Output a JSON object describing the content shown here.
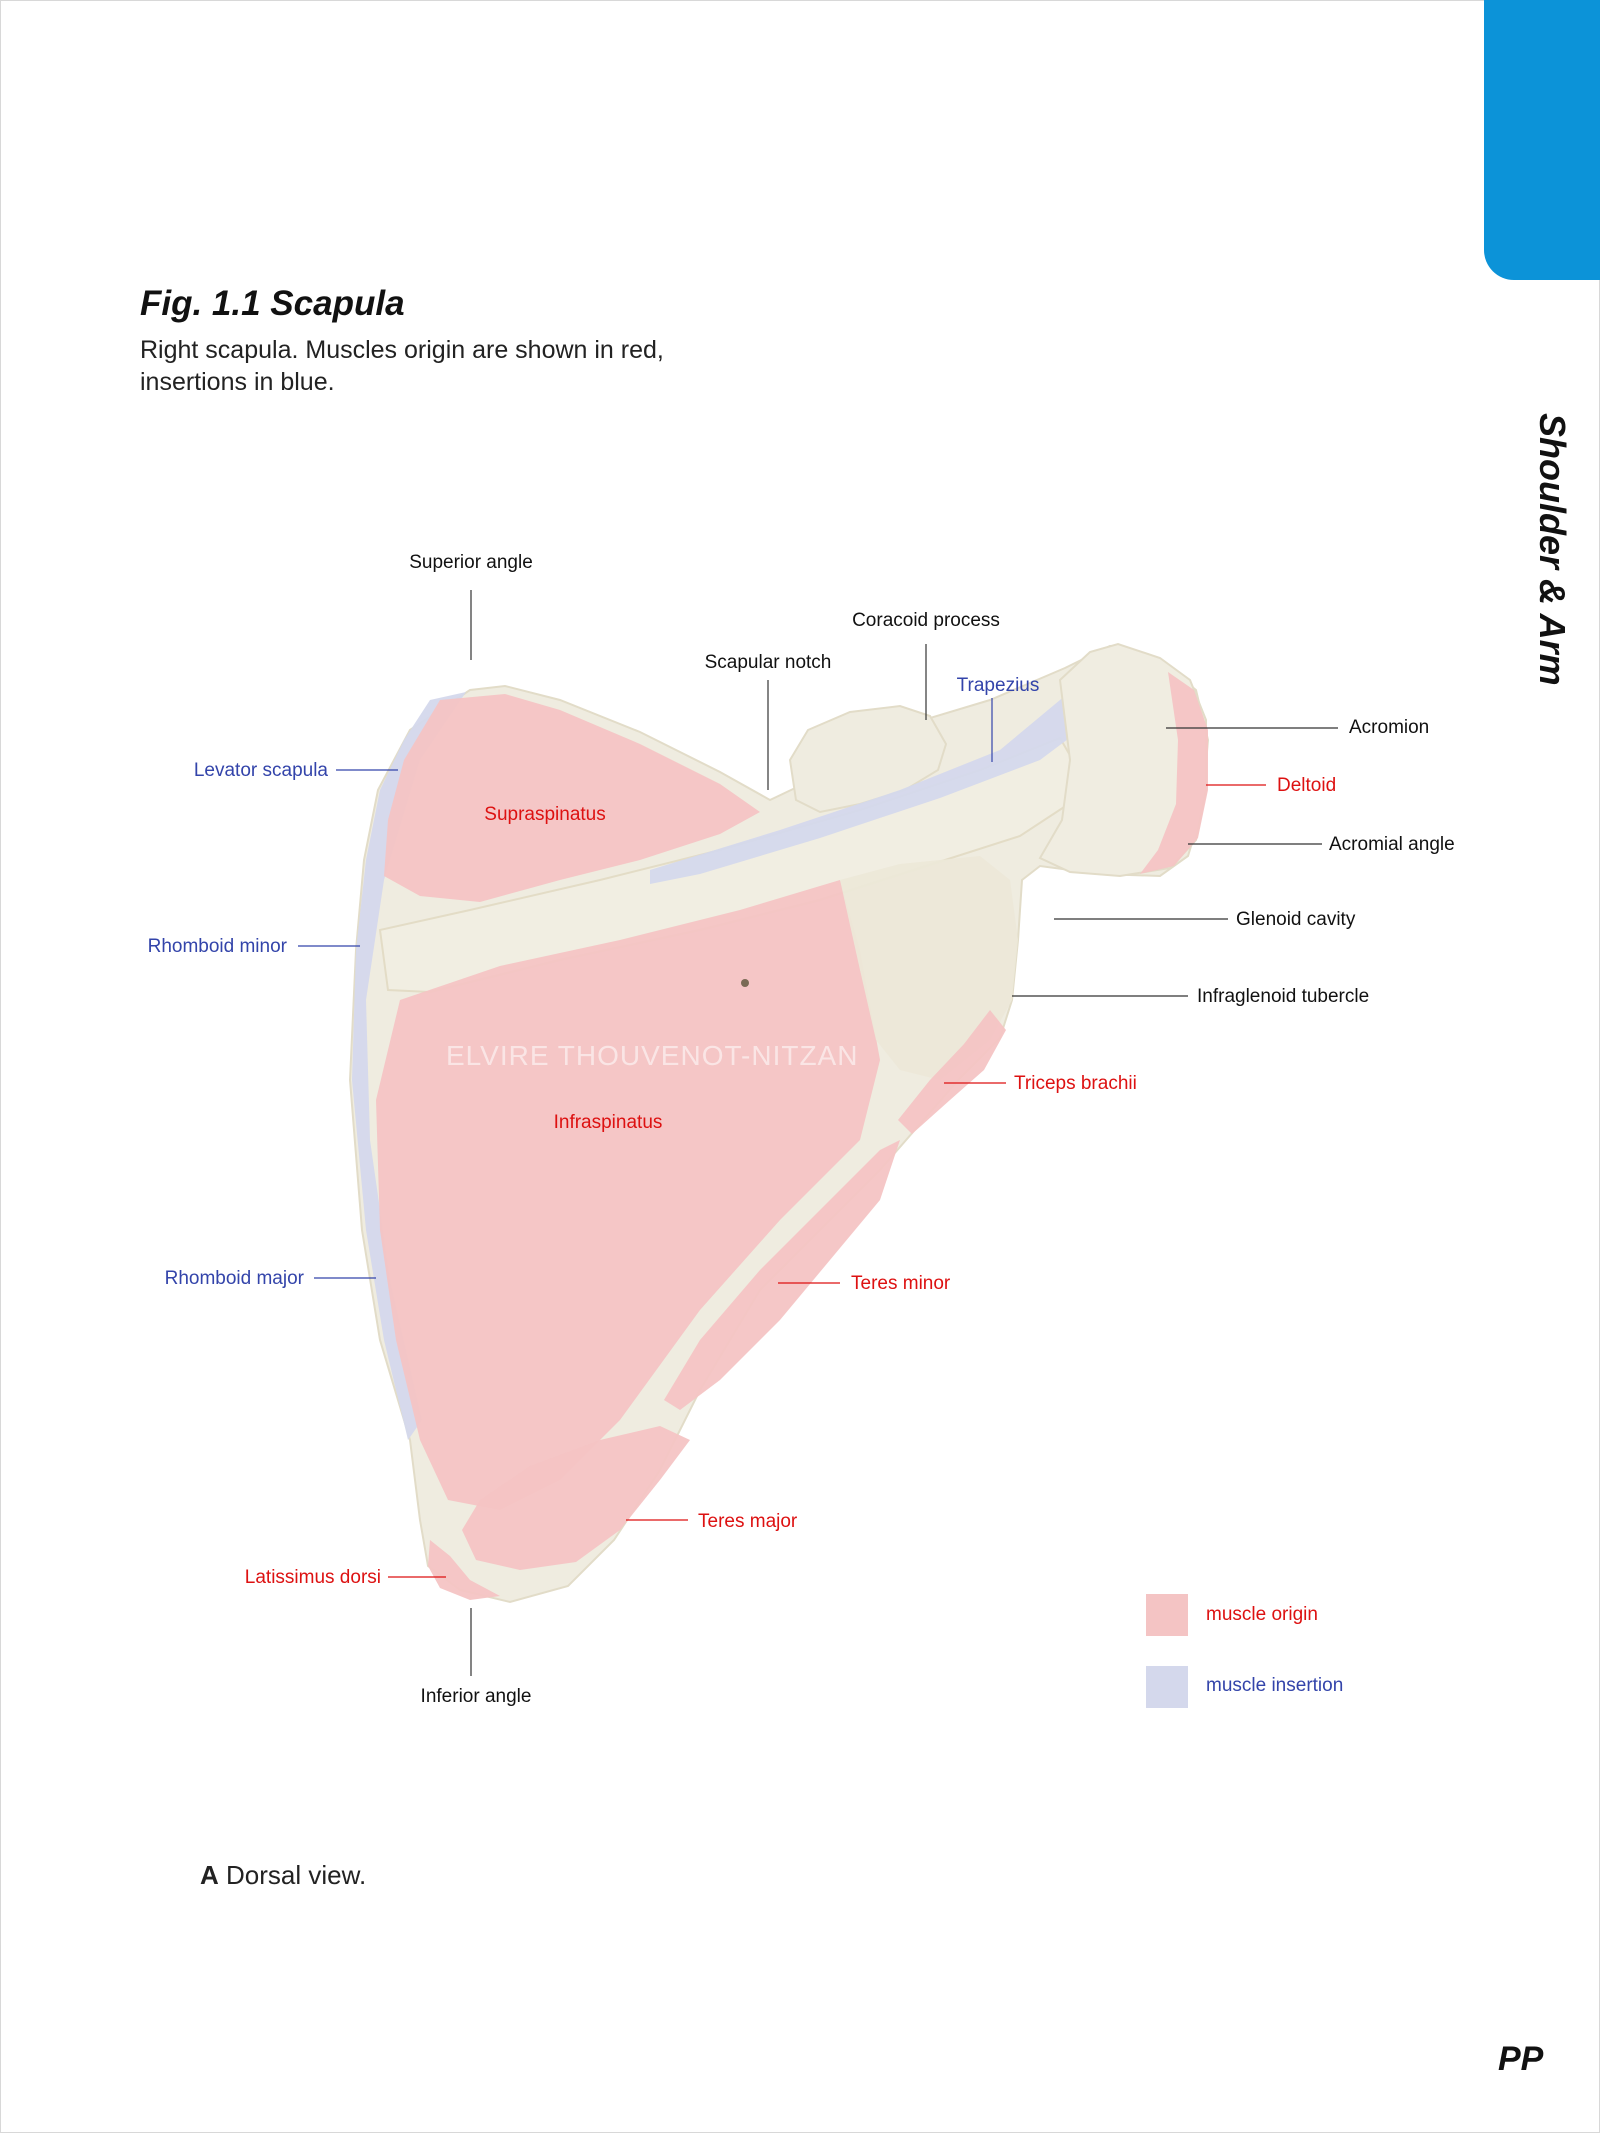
{
  "figure": {
    "title": "Fig. 1.1 Scapula",
    "description": "Right scapula. Muscles origin are shown in red, insertions in blue.",
    "caption_letter": "A",
    "caption_text": " Dorsal view.",
    "watermark": "ELVIRE THOUVENOT-NITZAN"
  },
  "section": {
    "title": "Shoulder & Arm",
    "tab_color": "#0c93d8"
  },
  "page": {
    "number": "PP"
  },
  "colors": {
    "origin": "#f4c4c4",
    "insertion": "#d4d8ec",
    "bone": "#efece0",
    "origin_text": "#dd1111",
    "insertion_text": "#3344aa"
  },
  "labels": {
    "superior_angle": "Superior angle",
    "coracoid_process": "Coracoid process",
    "scapular_notch": "Scapular notch",
    "trapezius": "Trapezius",
    "acromion": "Acromion",
    "levator_scapula": "Levator scapula",
    "deltoid": "Deltoid",
    "supraspinatus": "Supraspinatus",
    "acromial_angle": "Acromial angle",
    "glenoid_cavity": "Glenoid cavity",
    "rhomboid_minor": "Rhomboid minor",
    "infraglenoid_tubercle": "Infraglenoid tubercle",
    "triceps_brachii": "Triceps brachii",
    "infraspinatus": "Infraspinatus",
    "teres_minor": "Teres minor",
    "rhomboid_major": "Rhomboid major",
    "teres_major": "Teres major",
    "latissimus_dorsi": "Latissimus dorsi",
    "inferior_angle": "Inferior angle"
  },
  "legend": {
    "origin": "muscle origin",
    "insertion": "muscle insertion"
  }
}
